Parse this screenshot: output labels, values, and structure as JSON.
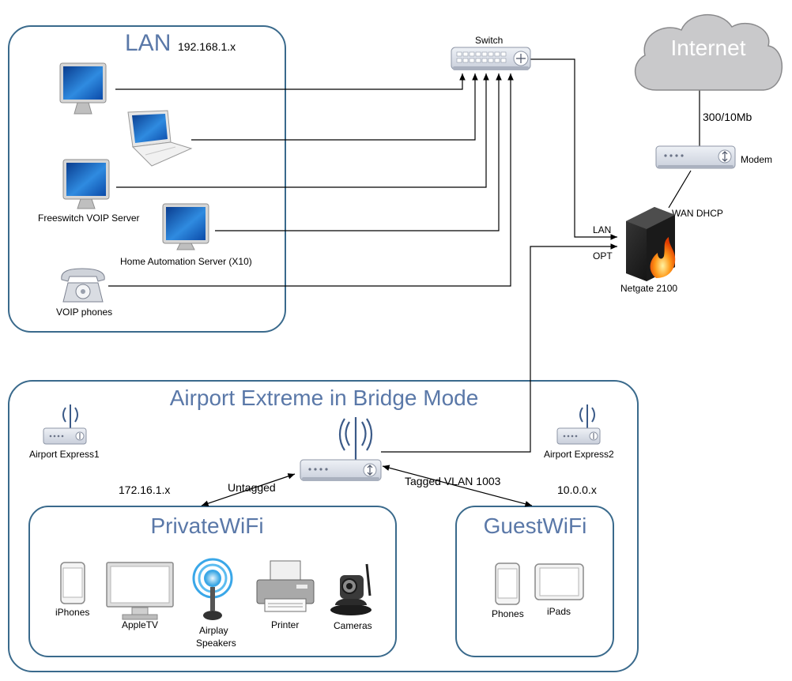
{
  "lan": {
    "title": "LAN",
    "subnet": "192.168.1.x"
  },
  "switch": {
    "label": "Switch"
  },
  "internet": {
    "label": "Internet",
    "speed": "300/10Mb"
  },
  "modem": {
    "label": "Modem"
  },
  "firewall": {
    "label": "Netgate 2100",
    "wan": "WAN DHCP",
    "lan_port": "LAN",
    "opt_port": "OPT"
  },
  "lan_devices": {
    "freeswitch": "Freeswitch VOIP Server",
    "home_automation": "Home Automation Server (X10)",
    "voip_phones": "VOIP phones"
  },
  "airport": {
    "title": "Airport Extreme in Bridge Mode",
    "express1": "Airport Express1",
    "express2": "Airport Express2",
    "untagged": "Untagged",
    "tagged": "Tagged VLAN 1003",
    "private_subnet": "172.16.1.x",
    "guest_subnet": "10.0.0.x"
  },
  "private_wifi": {
    "title": "PrivateWiFi",
    "iphones": "iPhones",
    "appletv": "AppleTV",
    "airplay_line1": "Airplay",
    "airplay_line2": "Speakers",
    "printer": "Printer",
    "cameras": "Cameras"
  },
  "guest_wifi": {
    "title": "GuestWiFi",
    "phones": "Phones",
    "ipads": "iPads"
  }
}
